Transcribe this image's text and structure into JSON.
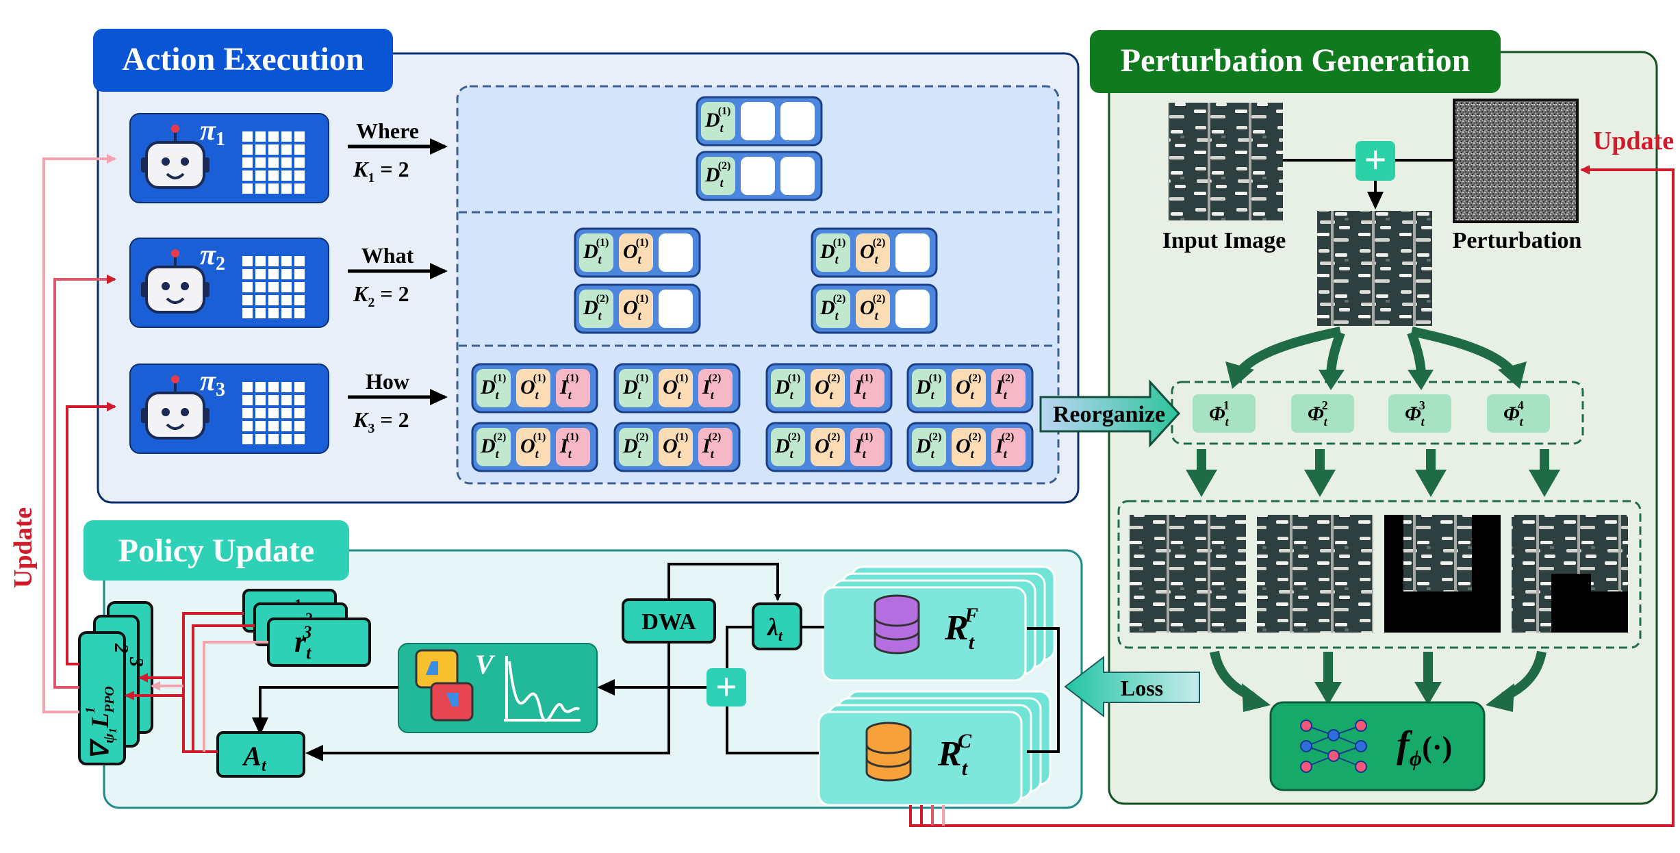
{
  "panels": {
    "action": {
      "title": "Action Execution"
    },
    "perturb": {
      "title": "Perturbation Generation"
    },
    "policy": {
      "title": "Policy Update"
    }
  },
  "agents": [
    {
      "pi": "π",
      "sub": "1",
      "word": "Where",
      "k": "K",
      "ksub": "1",
      "kval": " = 2"
    },
    {
      "pi": "π",
      "sub": "2",
      "word": "What",
      "k": "K",
      "ksub": "2",
      "kval": " = 2"
    },
    {
      "pi": "π",
      "sub": "3",
      "word": "How",
      "k": "K",
      "ksub": "3",
      "kval": " = 2"
    }
  ],
  "token_letters": {
    "D": "D",
    "O": "O",
    "I": "I",
    "t": "t",
    "s1": "(1)",
    "s2": "(2)"
  },
  "reorganize": "Reorganize",
  "phi": [
    {
      "base": "Φ",
      "sub": "t",
      "sup": "1"
    },
    {
      "base": "Φ",
      "sub": "t",
      "sup": "2"
    },
    {
      "base": "Φ",
      "sub": "t",
      "sup": "3"
    },
    {
      "base": "Φ",
      "sub": "t",
      "sup": "4"
    }
  ],
  "perturb_labels": {
    "input": "Input Image",
    "perturbation": "Perturbation",
    "update_right": "Update",
    "plus": "+"
  },
  "update_left": "Update",
  "loss": "Loss",
  "model": {
    "f": "f",
    "sub": "ϕ",
    "args": "(·)"
  },
  "policy": {
    "dwa": "DWA",
    "lambda": "λ",
    "lambda_sub": "t",
    "plus": "+",
    "rf": "R",
    "rf_sub": "t",
    "rf_sup": "F",
    "rc": "R",
    "rc_sub": "t",
    "rc_sup": "C",
    "v": "V",
    "at": "A",
    "at_sub": "t",
    "r": "r",
    "r_sub": "t",
    "r_sup3": "3",
    "r_sup2": "2",
    "r_sup1": "1",
    "nabla": "∇",
    "psi": "ψ",
    "L": "L",
    "ppo": "PPO",
    "s1": "1",
    "s2": "2",
    "s3": "3"
  },
  "colors": {
    "action_bg": "#e8eff9",
    "action_title": "#0a55d4",
    "perturb_bg": "#e8f0e6",
    "perturb_title": "#107a1e",
    "policy_bg": "#e6f6f6",
    "policy_title": "#2ed1b5",
    "red": "#d11a2a",
    "pink": "#f1a4ad",
    "arrow_green": "#1f6b45"
  }
}
